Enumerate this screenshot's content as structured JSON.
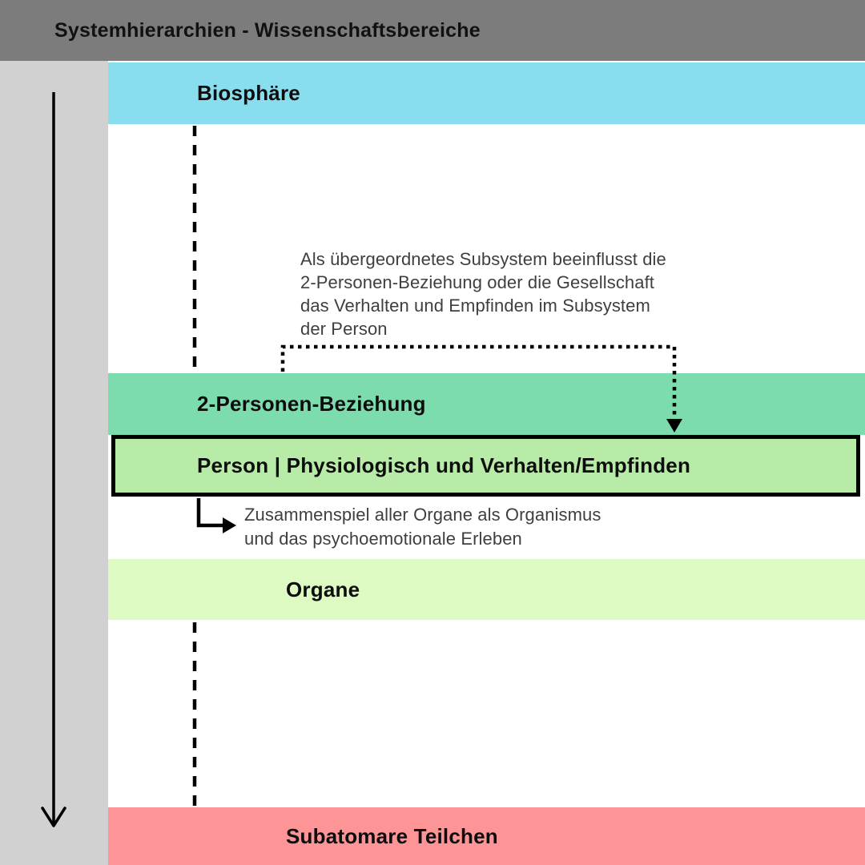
{
  "header": {
    "title": "Systemhierarchien - Wissenschaftsbereiche",
    "bg": "#7C7C7C"
  },
  "sidebar": {
    "bg": "#D1D1D1"
  },
  "bands": [
    {
      "label": "Biosphäre",
      "color": "#88DEEE"
    },
    {
      "label": "2-Personen-Beziehung",
      "color": "#7CDCAE"
    },
    {
      "label": "Person | Physiologisch und Verhalten/Empfinden",
      "color": "#B9EBA8",
      "border_color": "#000000"
    },
    {
      "label": "Organe",
      "color": "#DCFAC1"
    },
    {
      "label": "Subatomare Teilchen",
      "color": "#FD9496"
    }
  ],
  "annotations": {
    "subsystem_note": "Als übergeordnetes Subsystem beeinflusst die\n2-Personen-Beziehung oder die Gesellschaft\ndas Verhalten und Empfinden im Subsystem\nder Person",
    "organism_note": "Zusammenspiel aller Organe als Organismus\nund das psychoemotionale Erleben"
  },
  "connector_colors": {
    "line": "#000000"
  }
}
